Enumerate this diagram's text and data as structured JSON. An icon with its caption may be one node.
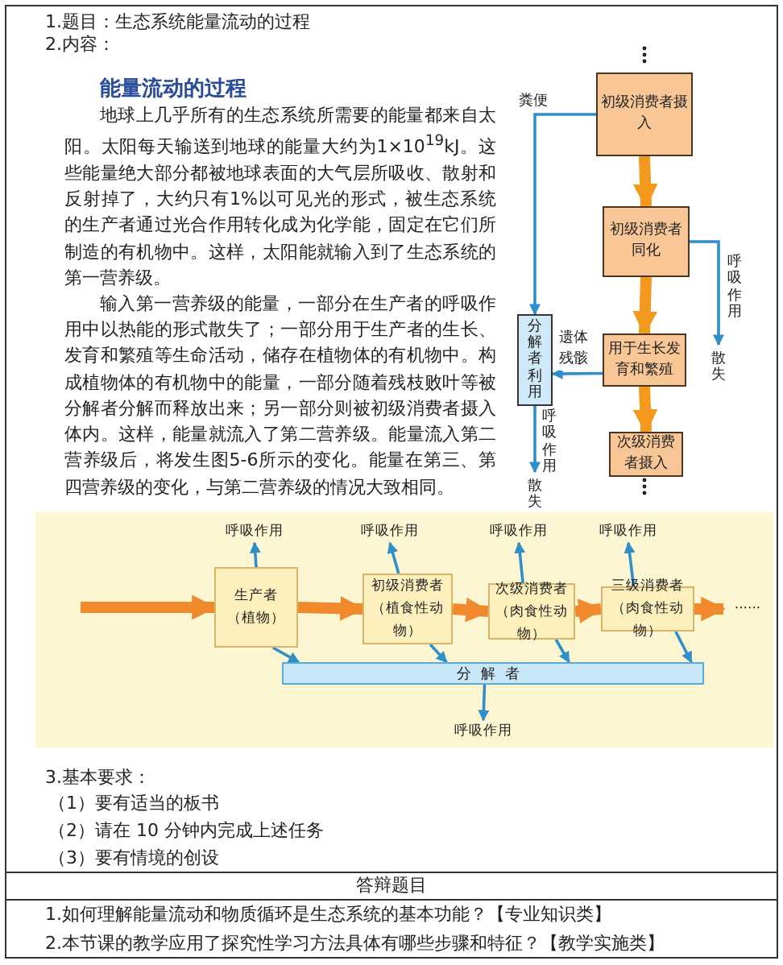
{
  "diagram": {
    "nodes": [
      {
        "text": [
          "初级消费者摄入"
        ]
      },
      {
        "text": [
          "初级消费者同化"
        ]
      },
      {
        "text": [
          "用于生长发育和繁殖"
        ]
      },
      {
        "text": [
          "次级消费者摄入"
        ]
      },
      {
        "text": [
          "分解者利用"
        ]
      },
      {
        "text": [
          "散失"
        ]
      },
      {
        "text": [
          "散失"
        ]
      },
      {
        "text": [
          "生产者",
          "（植物）"
        ]
      },
      {
        "text": [
          "初级消费者",
          "（植食性动物）"
        ]
      },
      {
        "text": [
          "次级消费者",
          "（肉食性动物）"
        ]
      },
      {
        "text": [
          "三级消费者",
          "（肉食性动物）"
        ]
      },
      {
        "text": [
          "分解者"
        ]
      },
      {
        "text": [
          "呼吸作用"
        ]
      },
      {
        "text": [
          "呼吸作用"
        ]
      },
      {
        "text": [
          "呼吸作用"
        ]
      },
      {
        "text": [
          "呼吸作用"
        ]
      },
      {
        "text": [
          "呼吸作用"
        ]
      },
      {
        "text": [
          "······"
        ]
      }
    ],
    "edges": [
      {
        "from": 0,
        "to": 1,
        "arrow": "to",
        "style": "thick",
        "color": "#f39a1e"
      },
      {
        "from": 1,
        "to": 2,
        "arrow": "to",
        "style": "thick",
        "color": "#f39a1e"
      },
      {
        "from": 2,
        "to": 3,
        "arrow": "to",
        "style": "thick",
        "color": "#f39a1e"
      },
      {
        "from": 0,
        "to": 4,
        "arrow": "to",
        "label": "粪便"
      },
      {
        "from": 1,
        "to": 5,
        "arrow": "to",
        "label": "呼吸作用"
      },
      {
        "from": 2,
        "to": 4,
        "arrow": "to",
        "label": "遗体残骸"
      },
      {
        "from": 4,
        "to": 6,
        "arrow": "to",
        "label": "呼吸作用"
      },
      {
        "from": null,
        "to": 7,
        "arrow": "to",
        "style": "thick",
        "color": "#f08a2c"
      },
      {
        "from": 7,
        "to": 8,
        "arrow": "to",
        "style": "thick",
        "color": "#f08a2c"
      },
      {
        "from": 8,
        "to": 9,
        "arrow": "to",
        "style": "thick",
        "color": "#f08a2c"
      },
      {
        "from": 9,
        "to": 10,
        "arrow": "to",
        "style": "thick",
        "color": "#f08a2c"
      },
      {
        "from": 10,
        "to": 17,
        "arrow": "to",
        "style": "thick",
        "color": "#f08a2c"
      },
      {
        "from": 7,
        "to": 12,
        "arrow": "to"
      },
      {
        "from": 8,
        "to": 13,
        "arrow": "to"
      },
      {
        "from": 9,
        "to": 14,
        "arrow": "to"
      },
      {
        "from": 10,
        "to": 15,
        "arrow": "to"
      },
      {
        "from": 7,
        "to": 11,
        "arrow": "to"
      },
      {
        "from": 8,
        "to": 11,
        "arrow": "to"
      },
      {
        "from": 9,
        "to": 11,
        "arrow": "to"
      },
      {
        "from": 10,
        "to": 11,
        "arrow": "to"
      },
      {
        "from": 11,
        "to": 16,
        "arrow": "to"
      }
    ],
    "labels": [
      "1.题目：生态系统能量流动的过程",
      "2.内容：",
      "能量流动的过程",
      "地球上几乎所有的生态系统所需要的能量都来自太阳。太阳每天输送到地球的能量大约为1×10$^{19}$kJ。这些能量绝大部分都被地球表面的大气层所吸收、散射和反射掉了，大约只有1%以可见光的形式，被生态系统的生产者通过光合作用转化成为化学能，固定在它们所制造的有机物中。这样，太阳能就输入到了生态系统的第一营养级。",
      "输入第一营养级的能量，一部分在生产者的呼吸作用中以热能的形式散失了；一部分用于生产者的生长、发育和繁殖等生命活动，储存在植物体的有机物中。构成植物体的有机物中的能量，一部分随着残枝败叶等被分解者分解而释放出来；另一部分则被初级消费者摄入体内。这样，能量就流入了第二营养级。能量流入第二营养级后，将发生图5-6所示的变化。能量在第三、第四营养级的变化，与第二营养级的情况大致相同。",
      "3.基本要求：",
      "（1）要有适当的板书",
      "（2）请在 10 分钟内完成上述任务",
      "（3）要有情境的创设",
      "答辩题目",
      "1.如何理解能量流动和物质循环是生态系统的基本功能？【专业知识类】",
      "2.本节课的教学应用了探究性学习方法具体有哪些步骤和特征？【教学实施类】"
    ]
  }
}
